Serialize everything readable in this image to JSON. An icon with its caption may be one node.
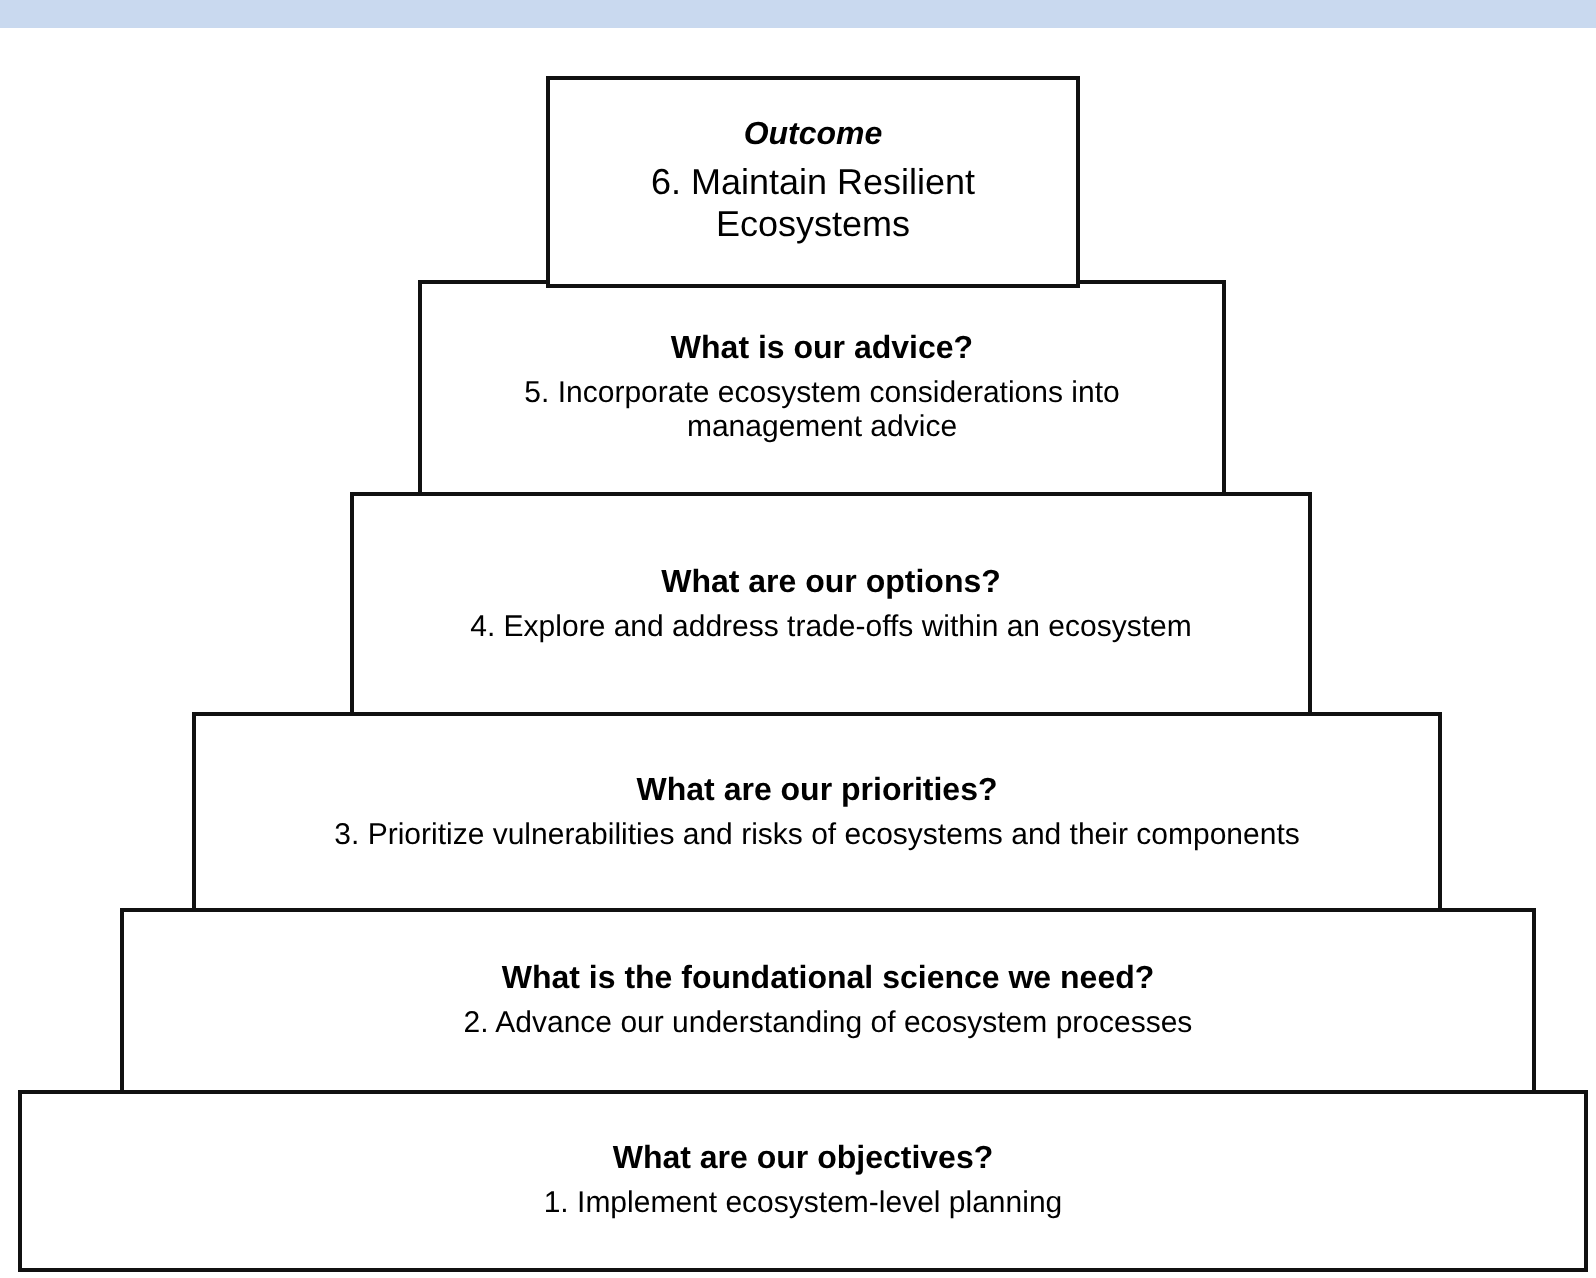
{
  "diagram": {
    "nodes": [
      {
        "text": [
          "Outcome",
          "6. Maintain Resilient Ecosystems"
        ]
      },
      {
        "text": [
          "What is our advice?",
          "5. Incorporate ecosystem considerations into management advice"
        ]
      },
      {
        "text": [
          "What are our options?",
          "4. Explore and address trade-offs within an ecosystem"
        ]
      },
      {
        "text": [
          "What are our priorities?",
          "3. Prioritize vulnerabilities and risks of ecosystems and their components"
        ]
      },
      {
        "text": [
          "What is the foundational science we need?",
          "2. Advance our understanding of ecosystem processes"
        ]
      },
      {
        "text": [
          "What are our objectives?",
          "1. Implement ecosystem-level planning"
        ]
      }
    ]
  }
}
